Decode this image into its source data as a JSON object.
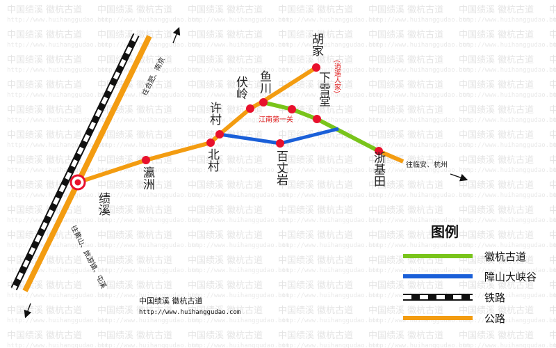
{
  "watermark": {
    "text": "中国绩溪  徽杭古道",
    "url": "http://www.huihanggudao.com"
  },
  "colors": {
    "huihang_trail": "#79c41b",
    "zhangshan_canyon": "#1a5fd8",
    "highway": "#f39c11",
    "railway_dark": "#111111",
    "railway_light": "#ffffff",
    "stop": "#e8112d",
    "annotation_red": "#e02020"
  },
  "places": {
    "hujia": "胡家",
    "yuchuan": "鱼川",
    "fuling": "伏岭",
    "xucun": "许村",
    "beicun": "北村",
    "yingzhou": "瀛洲",
    "jixi": "绩溪",
    "baizhangyan": "百丈岩",
    "xiaxuetang": "下雪堂",
    "zhejitian": "浙基田"
  },
  "annotations": {
    "xiaoyao_renjia": "(逍遥人家)",
    "jiangnan_first_pass": "江南第一关"
  },
  "directions": {
    "north": "往合肥、南京",
    "south": "往黄山、旅游镇、屯溪",
    "east": "往临安、杭州"
  },
  "legend": {
    "title": "图例",
    "items": [
      {
        "key": "trail",
        "label": "徽杭古道"
      },
      {
        "key": "canyon",
        "label": "障山大峡谷"
      },
      {
        "key": "railway",
        "label": "铁路"
      },
      {
        "key": "highway",
        "label": "公路"
      }
    ]
  },
  "credit": {
    "title": "中国绩溪  徽杭古道",
    "url": "http://www.huihanggudao.com"
  }
}
